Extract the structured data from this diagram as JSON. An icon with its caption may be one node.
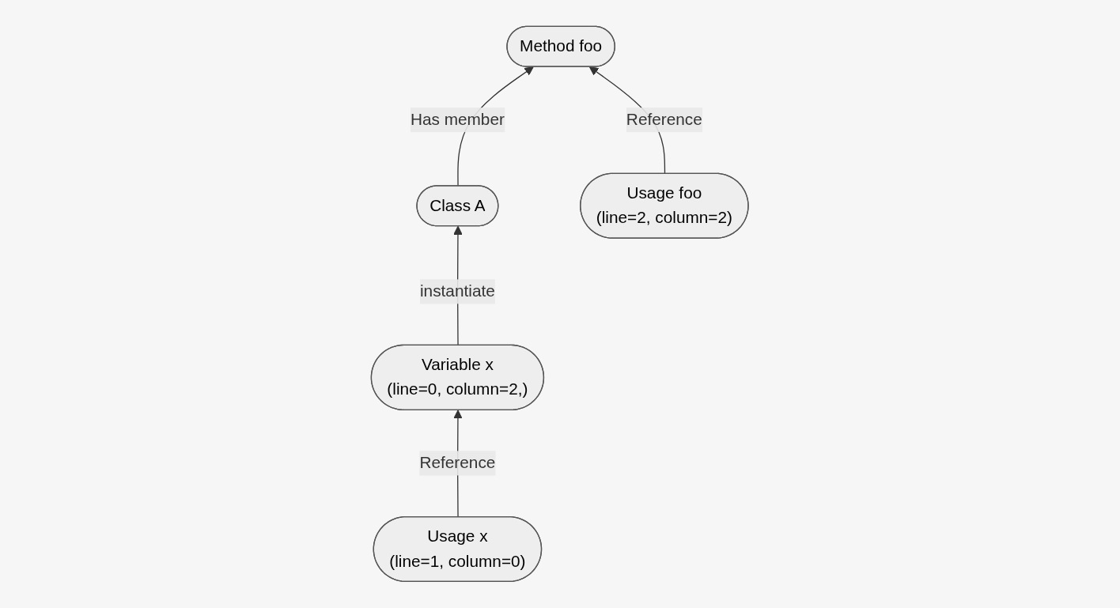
{
  "diagram": {
    "nodes": [
      {
        "text": [
          "Method foo"
        ]
      },
      {
        "text": [
          "Class A"
        ]
      },
      {
        "text": [
          "Variable x",
          "(line=0, column=2,)"
        ]
      },
      {
        "text": [
          "Usage x",
          "(line=1, column=0)"
        ]
      },
      {
        "text": [
          "Usage foo",
          "(line=2, column=2)"
        ]
      }
    ],
    "edges": [
      {
        "from": 1,
        "to": 0,
        "arrow": "to",
        "label": "Has member"
      },
      {
        "from": 2,
        "to": 1,
        "arrow": "to",
        "label": "instantiate"
      },
      {
        "from": 3,
        "to": 2,
        "arrow": "to",
        "label": "Reference"
      },
      {
        "from": 4,
        "to": 0,
        "arrow": "to",
        "label": "Reference"
      }
    ]
  }
}
